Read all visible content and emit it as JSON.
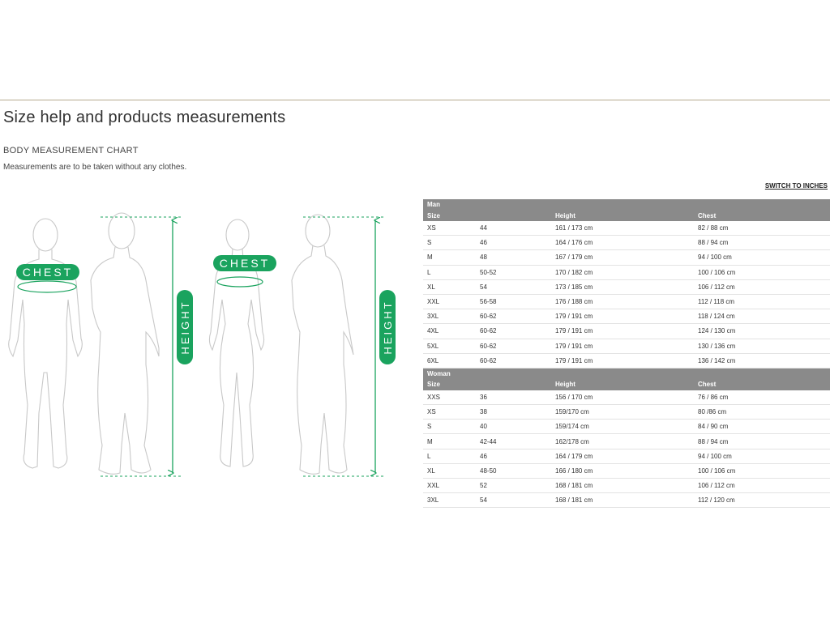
{
  "page": {
    "title": "Size help and products measurements",
    "section_title": "BODY MEASUREMENT CHART",
    "note": "Measurements are to be taken without any clothes.",
    "switch_link": "SWITCH TO INCHES"
  },
  "illustration": {
    "chest_label": "CHEST",
    "height_label": "HEIGHT",
    "accent_color": "#1aa35e",
    "line_color": "#c8c8c8"
  },
  "table": {
    "column_headers": {
      "size": "Size",
      "height": "Height",
      "chest": "Chest"
    },
    "groups": [
      {
        "name": "Man",
        "rows": [
          {
            "size": "XS",
            "eu": "44",
            "height": "161 / 173 cm",
            "chest": "82 / 88 cm"
          },
          {
            "size": "S",
            "eu": "46",
            "height": "164 / 176 cm",
            "chest": "88 / 94 cm"
          },
          {
            "size": "M",
            "eu": "48",
            "height": "167 / 179 cm",
            "chest": "94 / 100 cm"
          },
          {
            "size": "L",
            "eu": "50-52",
            "height": "170 / 182 cm",
            "chest": "100 / 106 cm"
          },
          {
            "size": "XL",
            "eu": "54",
            "height": "173 / 185 cm",
            "chest": "106 / 112 cm"
          },
          {
            "size": "XXL",
            "eu": "56-58",
            "height": "176 / 188 cm",
            "chest": "112 / 118 cm"
          },
          {
            "size": "3XL",
            "eu": "60-62",
            "height": "179 / 191 cm",
            "chest": "118 / 124 cm"
          },
          {
            "size": "4XL",
            "eu": "60-62",
            "height": "179 / 191 cm",
            "chest": "124 / 130 cm"
          },
          {
            "size": "5XL",
            "eu": "60-62",
            "height": "179 / 191 cm",
            "chest": "130 / 136 cm"
          },
          {
            "size": "6XL",
            "eu": "60-62",
            "height": "179 / 191 cm",
            "chest": "136 / 142 cm"
          }
        ]
      },
      {
        "name": "Woman",
        "rows": [
          {
            "size": "XXS",
            "eu": "36",
            "height": "156 / 170 cm",
            "chest": "76 / 86 cm"
          },
          {
            "size": "XS",
            "eu": "38",
            "height": "159/170 cm",
            "chest": "80 /86 cm"
          },
          {
            "size": "S",
            "eu": "40",
            "height": "159/174 cm",
            "chest": "84 / 90 cm"
          },
          {
            "size": "M",
            "eu": "42-44",
            "height": "162/178 cm",
            "chest": "88 / 94 cm"
          },
          {
            "size": "L",
            "eu": "46",
            "height": "164 / 179 cm",
            "chest": "94 / 100 cm"
          },
          {
            "size": "XL",
            "eu": "48-50",
            "height": "166 / 180 cm",
            "chest": "100 / 106 cm"
          },
          {
            "size": "XXL",
            "eu": "52",
            "height": "168 / 181 cm",
            "chest": "106 / 112 cm"
          },
          {
            "size": "3XL",
            "eu": "54",
            "height": "168 / 181 cm",
            "chest": "112 / 120 cm"
          }
        ]
      }
    ]
  }
}
